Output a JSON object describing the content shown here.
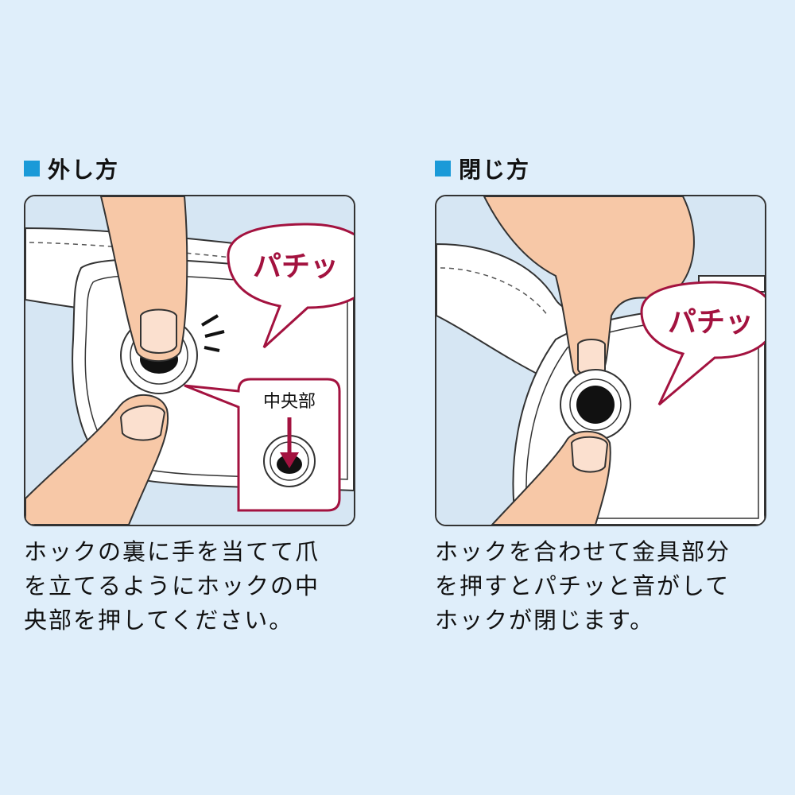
{
  "sections": [
    {
      "title": "外し方",
      "bubble": "パチッ",
      "callout_label": "中央部",
      "description": [
        "ホックの裏に手を当てて爪",
        "を立てるようにホックの中",
        "央部を押してください。"
      ]
    },
    {
      "title": "閉じ方",
      "bubble": "パチッ",
      "description": [
        "ホックを合わせて金具部分",
        "を押すとパチッと音がして",
        "ホックが閉じます。"
      ]
    }
  ],
  "colors": {
    "background": "#dfeefa",
    "marker": "#1a9ad8",
    "accent": "#a3123f",
    "skin": "#f7c8a7",
    "band": "#ffffff",
    "panel_bg": "#d6e6f3"
  }
}
